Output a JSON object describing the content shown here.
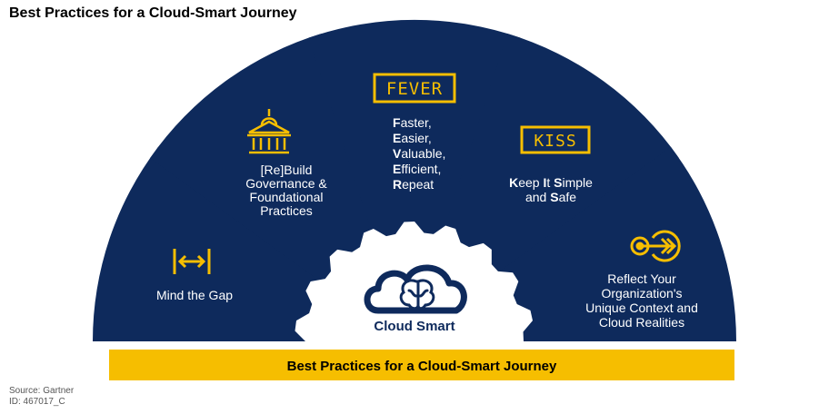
{
  "title": "Best Practices for a Cloud-Smart Journey",
  "center_label": "Cloud Smart",
  "banner": "Best Practices for a Cloud-Smart Journey",
  "source": "Source: Gartner",
  "id": "ID: 467017_C",
  "colors": {
    "navy": "#0e2a5c",
    "gold": "#f6be00",
    "white": "#ffffff"
  },
  "segments": [
    {
      "icon": "arrows-gap-icon",
      "lines": [
        "Mind the Gap"
      ]
    },
    {
      "icon": "government-building-icon",
      "lines": [
        "[Re]Build",
        "Governance &",
        "Foundational",
        "Practices"
      ]
    },
    {
      "badge": "FEVER",
      "acronym_lines": [
        {
          "initial": "F",
          "rest": "aster,"
        },
        {
          "initial": "E",
          "rest": "asier,"
        },
        {
          "initial": "V",
          "rest": "aluable,"
        },
        {
          "initial": "E",
          "rest": "fficient,"
        },
        {
          "initial": "R",
          "rest": "epeat"
        }
      ]
    },
    {
      "badge": "KISS",
      "kiss_line1": [
        {
          "initial": "K",
          "rest": "eep "
        },
        {
          "initial": "I",
          "rest": "t "
        },
        {
          "initial": "S",
          "rest": "imple"
        }
      ],
      "kiss_line2": [
        {
          "plain": "and "
        },
        {
          "initial": "S",
          "rest": "afe"
        }
      ]
    },
    {
      "icon": "target-icon",
      "lines": [
        "Reflect Your",
        "Organization's",
        "Unique Context and",
        "Cloud Realities"
      ]
    }
  ]
}
